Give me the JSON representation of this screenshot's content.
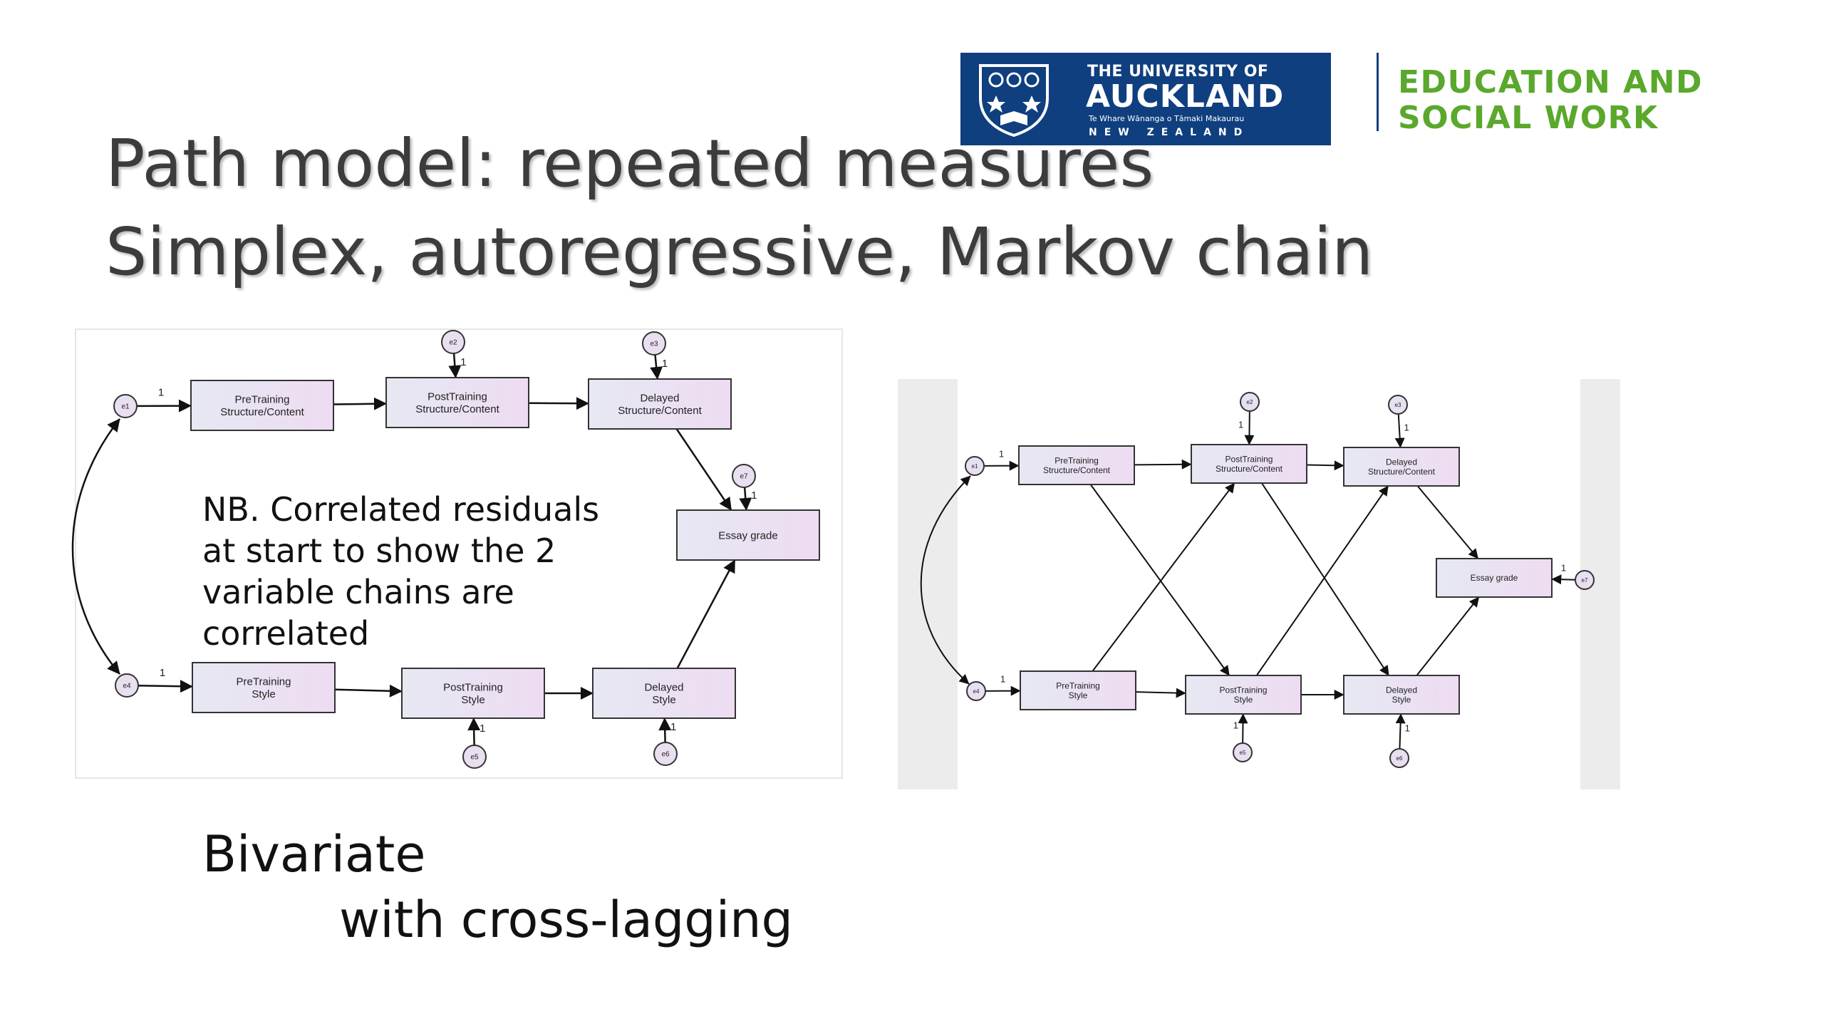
{
  "logo": {
    "line1": "THE UNIVERSITY OF",
    "line2": "AUCKLAND",
    "line3": "Te Whare Wānanga o Tāmaki Makaurau",
    "line4": "NEW ZEALAND"
  },
  "faculty": {
    "line1": "EDUCATION AND",
    "line2": "SOCIAL WORK"
  },
  "title": {
    "line1": "Path model: repeated measures",
    "line2": "Simplex, autoregressive, Markov chain"
  },
  "note": [
    "NB. Correlated residuals",
    "at start to show the 2",
    "variable chains are",
    "correlated"
  ],
  "bottom_label": {
    "line1": "Bivariate",
    "line2": "with cross-lagging"
  },
  "colors": {
    "logo_blue": "#0f3f7f",
    "faculty_green": "#5aa82c",
    "node_fill": "#ece6f4"
  },
  "left_diagram": {
    "nodes": [
      {
        "id": "pre_sc",
        "lines": [
          "PreTraining",
          "Structure/Content"
        ]
      },
      {
        "id": "post_sc",
        "lines": [
          "PostTraining",
          "Structure/Content"
        ]
      },
      {
        "id": "del_sc",
        "lines": [
          "Delayed",
          "Structure/Content"
        ]
      },
      {
        "id": "essay",
        "lines": [
          "Essay grade"
        ]
      },
      {
        "id": "pre_st",
        "lines": [
          "PreTraining",
          "Style"
        ]
      },
      {
        "id": "post_st",
        "lines": [
          "PostTraining",
          "Style"
        ]
      },
      {
        "id": "del_st",
        "lines": [
          "Delayed",
          "Style"
        ]
      }
    ],
    "errors": [
      "e1",
      "e2",
      "e3",
      "e7",
      "e4",
      "e5",
      "e6"
    ],
    "path_weight": "1"
  },
  "right_diagram": {
    "nodes": [
      {
        "id": "pre_sc",
        "lines": [
          "PreTraining",
          "Structure/Content"
        ]
      },
      {
        "id": "post_sc",
        "lines": [
          "PostTraining",
          "Structure/Content"
        ]
      },
      {
        "id": "del_sc",
        "lines": [
          "Delayed",
          "Structure/Content"
        ]
      },
      {
        "id": "essay",
        "lines": [
          "Essay grade"
        ]
      },
      {
        "id": "pre_st",
        "lines": [
          "PreTraining",
          "Style"
        ]
      },
      {
        "id": "post_st",
        "lines": [
          "PostTraining",
          "Style"
        ]
      },
      {
        "id": "del_st",
        "lines": [
          "Delayed",
          "Style"
        ]
      }
    ],
    "errors": [
      "e1",
      "e2",
      "e3",
      "e7",
      "e4",
      "e5",
      "e6"
    ],
    "path_weight": "1"
  }
}
